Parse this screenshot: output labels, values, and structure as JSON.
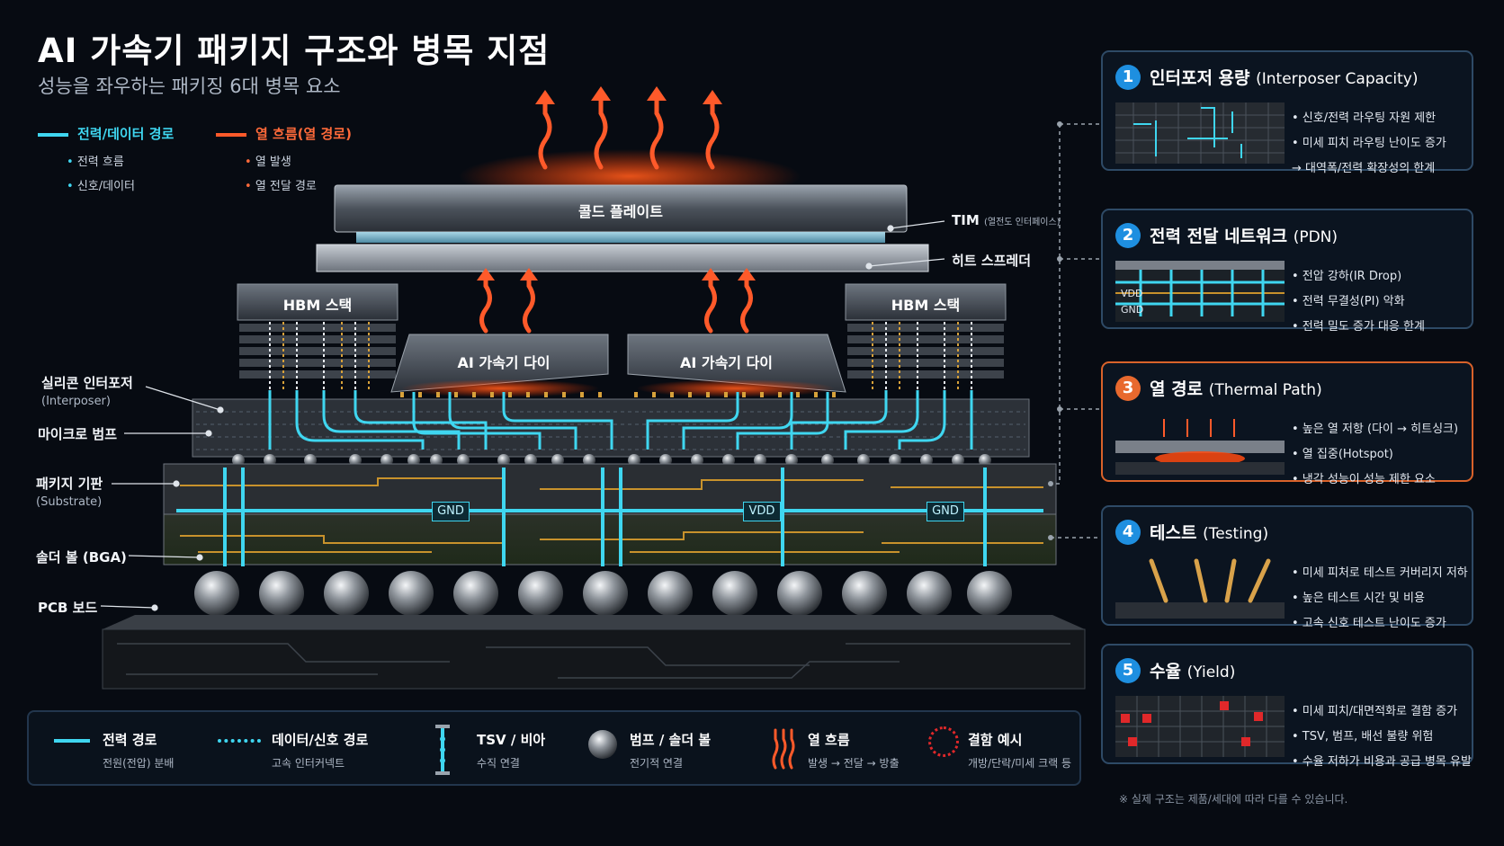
{
  "title": "AI 가속기 패키지 구조와 병목 지점",
  "subtitle": "성능을 좌우하는 패키징 6대 병목 요소",
  "legend_top": {
    "power": {
      "head": "전력/데이터 경로",
      "items": [
        "전력 흐름",
        "신호/데이터"
      ]
    },
    "heat": {
      "head": "열 흐름(열 경로)",
      "items": [
        "열 발생",
        "열 전달 경로"
      ]
    }
  },
  "chips": {
    "cold_plate": "콜드 플레이트",
    "hbm_left": "HBM 스택",
    "hbm_right": "HBM 스택",
    "die_left": "AI 가속기 다이",
    "die_right": "AI 가속기 다이",
    "gnd1": "GND",
    "vdd": "VDD",
    "gnd2": "GND"
  },
  "right_labels": {
    "tim": "TIM",
    "tim_sub": "(열전도 인터페이스)",
    "heat_spreader": "히트 스프레더"
  },
  "left_labels": {
    "interposer": "실리콘 인터포저",
    "interposer_sub": "(Interposer)",
    "microbump": "마이크로 범프",
    "substrate": "패키지 기판",
    "substrate_sub": "(Substrate)",
    "solder": "솔더 볼 (BGA)",
    "pcb": "PCB 보드"
  },
  "panels": [
    {
      "num": "1",
      "title": "인터포저 용량",
      "title_en": "(Interposer Capacity)",
      "bullets": [
        "• 신호/전력 라우팅 자원 제한",
        "• 미세 피치 라우팅 난이도 증가",
        "→ 대역폭/전력 확장성의 한계"
      ]
    },
    {
      "num": "2",
      "title": "전력 전달 네트워크",
      "title_en": "(PDN)",
      "bullets": [
        "• 전압 강하(IR Drop)",
        "• 전력 무결성(PI) 악화",
        "• 전력 밀도 증가 대응 한계"
      ],
      "pic_labels": {
        "vdd": "VDD",
        "gnd": "GND"
      }
    },
    {
      "num": "3",
      "title": "열 경로",
      "title_en": "(Thermal Path)",
      "bullets": [
        "• 높은 열 저항 (다이 → 히트싱크)",
        "• 열 집중(Hotspot)",
        "• 냉각 성능이 성능 제한 요소"
      ]
    },
    {
      "num": "4",
      "title": "테스트",
      "title_en": "(Testing)",
      "bullets": [
        "• 미세 피처로 테스트 커버리지 저하",
        "• 높은 테스트 시간 및 비용",
        "• 고속 신호 테스트 난이도 증가"
      ]
    },
    {
      "num": "5",
      "title": "수율",
      "title_en": "(Yield)",
      "bullets": [
        "• 미세 피치/대면적화로 결함 증가",
        "• TSV, 범프, 배선 불량 위험",
        "• 수율 저하가 비용과 공급 병목 유발"
      ]
    }
  ],
  "legend_bottom": [
    {
      "title": "전력 경로",
      "sub": "전원(전압) 분배",
      "icon": "power-line-icon"
    },
    {
      "title": "데이터/신호 경로",
      "sub": "고속 인터커넥트",
      "icon": "data-dots-icon"
    },
    {
      "title": "TSV / 비아",
      "sub": "수직 연결",
      "icon": "tsv-icon"
    },
    {
      "title": "범프 / 솔더 볼",
      "sub": "전기적 연결",
      "icon": "ball-icon"
    },
    {
      "title": "열 흐름",
      "sub": "발생 → 전달 → 방출",
      "icon": "heat-wave-icon"
    },
    {
      "title": "결함 예시",
      "sub": "개방/단락/미세 크랙 등",
      "icon": "defect-circle-icon"
    }
  ],
  "note": "※ 실제 구조는 제품/세대에 따라 다를 수 있습니다.",
  "colors": {
    "cyan": "#3fd6f0",
    "orange": "#ff5a2a",
    "panel_border": "#2e4a66",
    "accent_blue": "#1e8fe0"
  }
}
